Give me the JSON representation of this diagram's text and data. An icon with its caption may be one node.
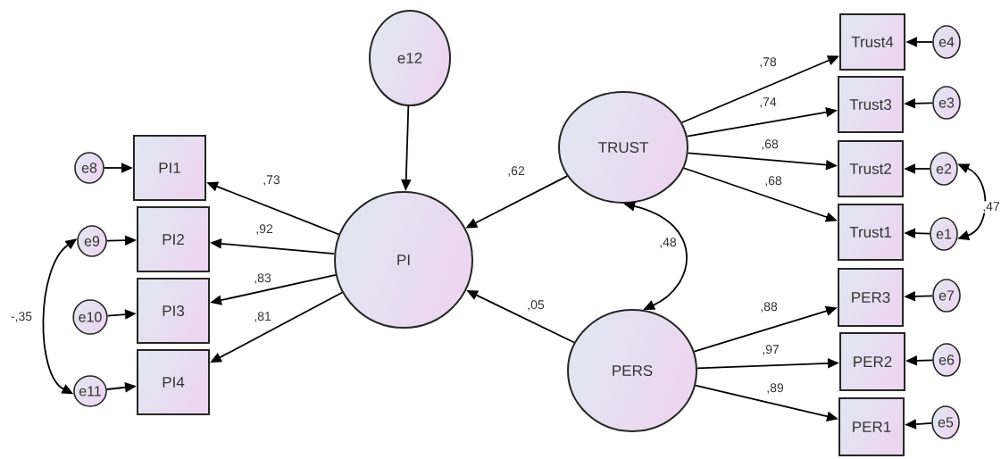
{
  "diagram": {
    "nodes": [
      {
        "text": [
          "e12"
        ]
      },
      {
        "text": [
          "PI"
        ]
      },
      {
        "text": [
          "TRUST"
        ]
      },
      {
        "text": [
          "PERS"
        ]
      },
      {
        "text": [
          "PI1"
        ]
      },
      {
        "text": [
          "PI2"
        ]
      },
      {
        "text": [
          "PI3"
        ]
      },
      {
        "text": [
          "PI4"
        ]
      },
      {
        "text": [
          "e8"
        ]
      },
      {
        "text": [
          "e9"
        ]
      },
      {
        "text": [
          "e10"
        ]
      },
      {
        "text": [
          "e11"
        ]
      },
      {
        "text": [
          "Trust4"
        ]
      },
      {
        "text": [
          "Trust3"
        ]
      },
      {
        "text": [
          "Trust2"
        ]
      },
      {
        "text": [
          "Trust1"
        ]
      },
      {
        "text": [
          "PER3"
        ]
      },
      {
        "text": [
          "PER2"
        ]
      },
      {
        "text": [
          "PER1"
        ]
      },
      {
        "text": [
          "e4"
        ]
      },
      {
        "text": [
          "e3"
        ]
      },
      {
        "text": [
          "e2"
        ]
      },
      {
        "text": [
          "e1"
        ]
      },
      {
        "text": [
          "e7"
        ]
      },
      {
        "text": [
          "e6"
        ]
      },
      {
        "text": [
          "e5"
        ]
      }
    ],
    "edges": [
      {
        "from": 0,
        "to": 1,
        "arrow": "to"
      },
      {
        "from": 2,
        "to": 1,
        "arrow": "to",
        "label": ",62"
      },
      {
        "from": 3,
        "to": 1,
        "arrow": "to",
        "label": ",05"
      },
      {
        "from": 2,
        "to": 3,
        "arrow": "both",
        "label": ",48"
      },
      {
        "from": 1,
        "to": 4,
        "arrow": "to",
        "label": ",73"
      },
      {
        "from": 1,
        "to": 5,
        "arrow": "to",
        "label": ",92"
      },
      {
        "from": 1,
        "to": 6,
        "arrow": "to",
        "label": ",83"
      },
      {
        "from": 1,
        "to": 7,
        "arrow": "to",
        "label": ",81"
      },
      {
        "from": 8,
        "to": 4,
        "arrow": "to"
      },
      {
        "from": 9,
        "to": 5,
        "arrow": "to"
      },
      {
        "from": 10,
        "to": 6,
        "arrow": "to"
      },
      {
        "from": 11,
        "to": 7,
        "arrow": "to"
      },
      {
        "from": 9,
        "to": 11,
        "arrow": "both",
        "label": "-,35"
      },
      {
        "from": 2,
        "to": 12,
        "arrow": "to",
        "label": ",78"
      },
      {
        "from": 2,
        "to": 13,
        "arrow": "to",
        "label": ",74"
      },
      {
        "from": 2,
        "to": 14,
        "arrow": "to",
        "label": ",68"
      },
      {
        "from": 2,
        "to": 15,
        "arrow": "to",
        "label": ",68"
      },
      {
        "from": 3,
        "to": 16,
        "arrow": "to",
        "label": ",88"
      },
      {
        "from": 3,
        "to": 17,
        "arrow": "to",
        "label": ",97"
      },
      {
        "from": 3,
        "to": 18,
        "arrow": "to",
        "label": ",89"
      },
      {
        "from": 19,
        "to": 12,
        "arrow": "to"
      },
      {
        "from": 20,
        "to": 13,
        "arrow": "to"
      },
      {
        "from": 21,
        "to": 14,
        "arrow": "to"
      },
      {
        "from": 22,
        "to": 15,
        "arrow": "to"
      },
      {
        "from": 23,
        "to": 16,
        "arrow": "to"
      },
      {
        "from": 24,
        "to": 17,
        "arrow": "to"
      },
      {
        "from": 25,
        "to": 18,
        "arrow": "to"
      },
      {
        "from": 21,
        "to": 22,
        "arrow": "both",
        "label": ",47"
      }
    ]
  }
}
